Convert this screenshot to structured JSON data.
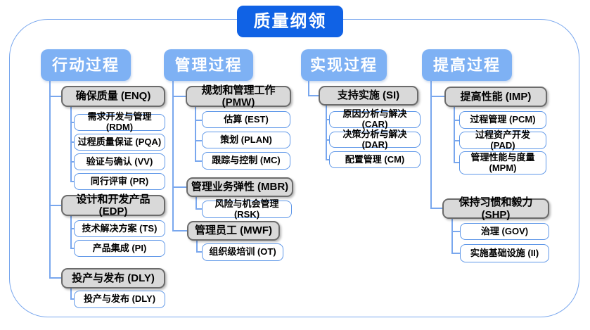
{
  "title": "质量纲领",
  "columns": [
    {
      "header": "行动过程",
      "groups": [
        {
          "label": "确保质量 (ENQ)",
          "children": [
            "需求开发与管理 (RDM)",
            "过程质量保证 (PQA)",
            "验证与确认 (VV)",
            "同行评审 (PR)"
          ]
        },
        {
          "label": "设计和开发产品 (EDP)",
          "children": [
            "技术解决方案 (TS)",
            "产品集成 (PI)"
          ]
        },
        {
          "label": "投产与发布 (DLY)",
          "children": [
            "投产与发布 (DLY)"
          ]
        }
      ]
    },
    {
      "header": "管理过程",
      "groups": [
        {
          "label": "规划和管理工作 (PMW)",
          "children": [
            "估算 (EST)",
            "策划 (PLAN)",
            "跟踪与控制 (MC)"
          ]
        },
        {
          "label": "管理业务弹性 (MBR)",
          "children": [
            "风险与机会管理 (RSK)"
          ]
        },
        {
          "label": "管理员工 (MWF)",
          "children": [
            "组织级培训 (OT)"
          ]
        }
      ]
    },
    {
      "header": "实现过程",
      "groups": [
        {
          "label": "支持实施 (SI)",
          "children": [
            "原因分析与解决 (CAR)",
            "决策分析与解决 (DAR)",
            "配置管理 (CM)"
          ]
        }
      ]
    },
    {
      "header": "提高过程",
      "groups": [
        {
          "label": "提高性能 (IMP)",
          "children": [
            "过程管理 (PCM)",
            "过程资产开发 (PAD)",
            "管理性能与度量 (MPM)"
          ]
        },
        {
          "label": "保持习惯和毅力 (SHP)",
          "children": [
            "治理 (GOV)",
            "实施基础设施 (II)"
          ]
        }
      ]
    }
  ],
  "colors": {
    "title_bg": "#1062E5",
    "header_bg": "#7EB1F4",
    "group_fill": "#D9D9D9",
    "group_border": "#6B6B6B",
    "item_border": "#5E97E8",
    "connector": "#79A7EE"
  }
}
